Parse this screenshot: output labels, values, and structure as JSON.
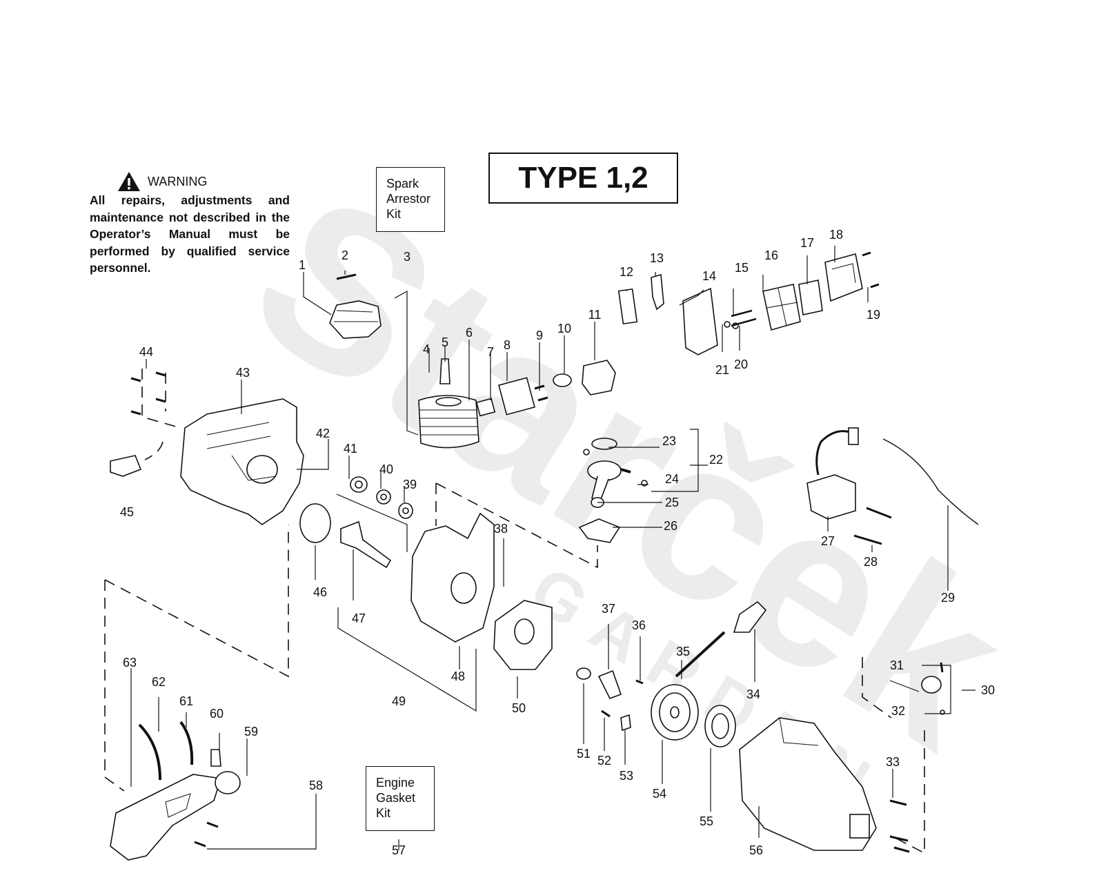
{
  "watermark": {
    "brand": "Starček",
    "sub": "GARDEN"
  },
  "title": "TYPE 1,2",
  "warning": {
    "heading": "WARNING",
    "text": "All repairs, adjustments and maintenance not described in the Operator’s Manual must be performed by qualified service personnel."
  },
  "kits": {
    "spark": "Spark Arrestor Kit",
    "gasket": "Engine Gasket Kit"
  },
  "parts": [
    "1",
    "2",
    "3",
    "4",
    "5",
    "6",
    "7",
    "8",
    "9",
    "10",
    "11",
    "12",
    "13",
    "14",
    "15",
    "16",
    "17",
    "18",
    "19",
    "20",
    "21",
    "22",
    "23",
    "24",
    "25",
    "26",
    "27",
    "28",
    "29",
    "30",
    "31",
    "32",
    "33",
    "34",
    "35",
    "36",
    "37",
    "38",
    "39",
    "40",
    "41",
    "42",
    "43",
    "44",
    "45",
    "46",
    "47",
    "48",
    "49",
    "50",
    "51",
    "52",
    "53",
    "54",
    "55",
    "56",
    "57",
    "58",
    "59",
    "60",
    "61",
    "62",
    "63"
  ],
  "icons": {
    "warning": "warning-triangle-icon"
  }
}
